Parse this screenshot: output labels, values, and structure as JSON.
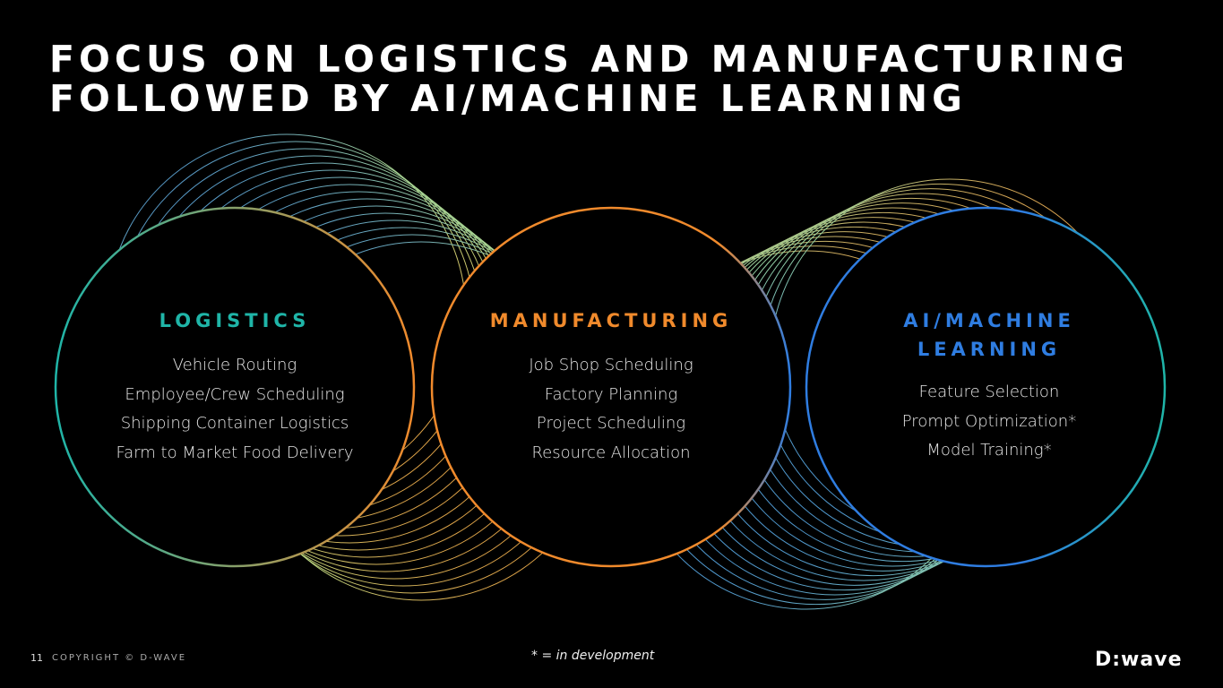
{
  "title": {
    "line1": "FOCUS ON LOGISTICS AND MANUFACTURING",
    "line2": "FOLLOWED BY AI/MACHINE LEARNING"
  },
  "colors": {
    "teal": "#1fb5a8",
    "orange": "#f08a2c",
    "blue": "#2f7de1"
  },
  "circles": [
    {
      "heading": "LOGISTICS",
      "items": [
        "Vehicle Routing",
        "Employee/Crew Scheduling",
        "Shipping Container Logistics",
        "Farm to Market Food Delivery"
      ]
    },
    {
      "heading": "MANUFACTURING",
      "items": [
        "Job Shop Scheduling",
        "Factory Planning",
        "Project Scheduling",
        "Resource Allocation"
      ]
    },
    {
      "heading_line1": "AI/MACHINE",
      "heading_line2": "LEARNING",
      "items": [
        "Feature Selection",
        "Prompt Optimization*",
        "Model Training*"
      ]
    }
  ],
  "footer": {
    "page": "11",
    "copyright": "COPYRIGHT © D-WAVE",
    "note": "* = in development",
    "logo": "D:wave"
  }
}
